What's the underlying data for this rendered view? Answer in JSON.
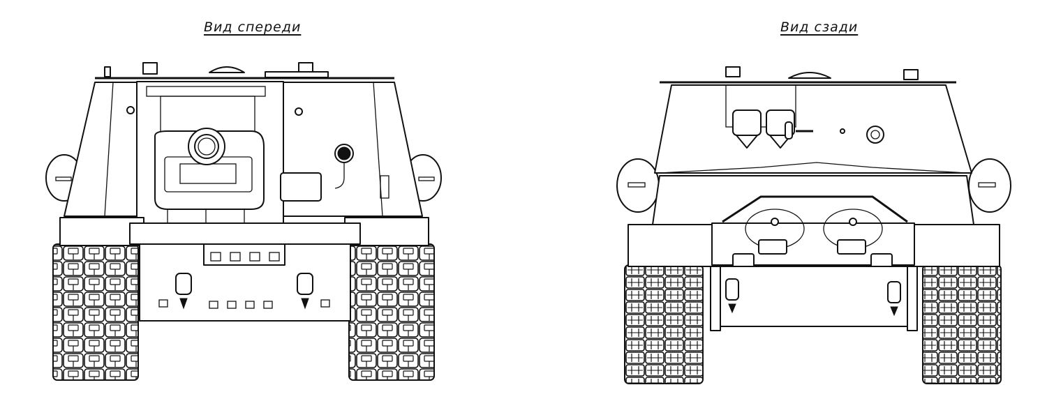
{
  "views": [
    {
      "id": "front",
      "label": "Вид спереди",
      "description": "Front view line drawing of tracked self-propelled gun with central gun mantlet, headlights and track links"
    },
    {
      "id": "rear",
      "label": "Вид сзади",
      "description": "Rear view line drawing of tracked vehicle with twin exhaust covers, rear fuel tanks and towing hooks"
    }
  ],
  "colors": {
    "background": "#ffffff",
    "line": "#111111"
  }
}
